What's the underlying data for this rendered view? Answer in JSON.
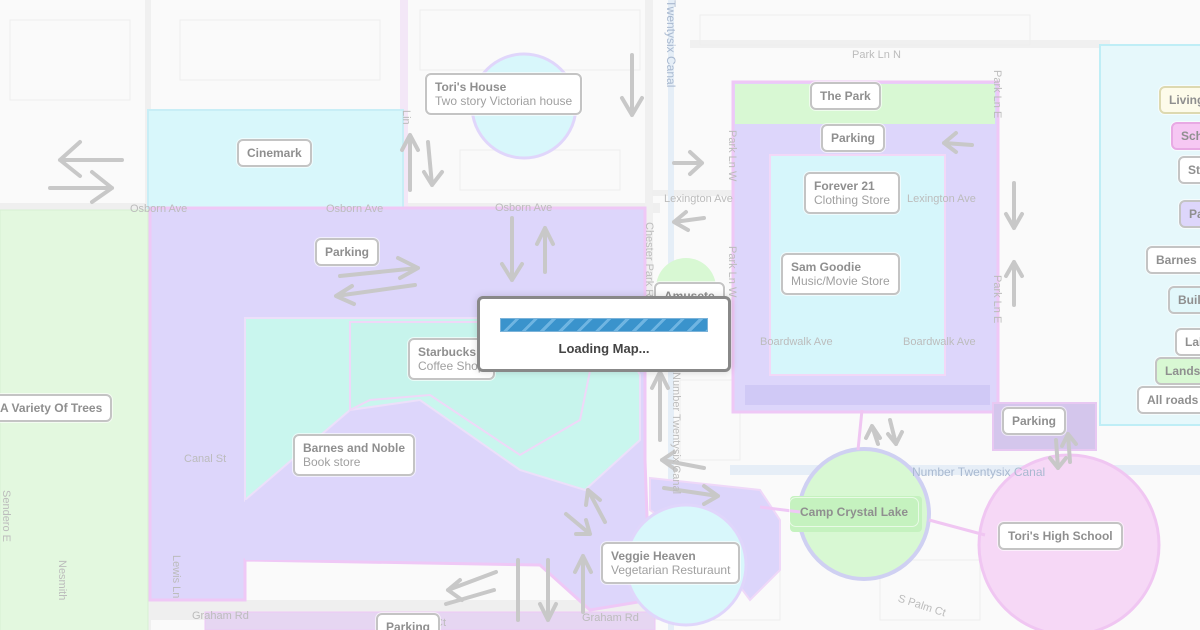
{
  "colors": {
    "background": "#fafafa",
    "road": "#ececec",
    "purple_zone": "#ddd6fb",
    "purple_border": "#efc8f6",
    "cyan_zone": "#d6f6fb",
    "teal_zone": "#c8f6ee",
    "green_zone": "#dff8dc",
    "pink_zone": "#f7d8f5",
    "arrow": "#c8c8c8",
    "accent_blue": "#3a93cc"
  },
  "labels": {
    "toris_house": {
      "title": "Tori's House",
      "subtitle": "Two story Victorian house"
    },
    "cinemark": {
      "title": "Cinemark"
    },
    "parking_1": {
      "title": "Parking"
    },
    "parking_2": {
      "title": "Parking"
    },
    "parking_3": {
      "title": "Parking"
    },
    "parking_4": {
      "title": "Parking"
    },
    "the_park": {
      "title": "The Park"
    },
    "forever21": {
      "title": "Forever 21",
      "subtitle": "Clothing Store"
    },
    "sam_goodie": {
      "title": "Sam Goodie",
      "subtitle": "Music/Movie Store"
    },
    "starbucks": {
      "title": "Starbucks",
      "subtitle": "Coffee Shop"
    },
    "barnes_noble": {
      "title": "Barnes and Noble",
      "subtitle": "Book store"
    },
    "variety_trees": {
      "title": "A Variety Of Trees"
    },
    "veggie_heaven": {
      "title": "Veggie Heaven",
      "subtitle": "Vegetarian Resturaunt"
    },
    "camp_crystal_lake": {
      "title": "Camp Crystal Lake"
    },
    "toris_high_school": {
      "title": "Tori's High School"
    },
    "hidden_behind_dialog": {
      "title": "Amusete"
    },
    "right_living": {
      "title": "Living"
    },
    "right_sch": {
      "title": "Sch"
    },
    "right_st": {
      "title": "St"
    },
    "right_pa": {
      "title": "Pa"
    },
    "right_barnes": {
      "title": "Barnes"
    },
    "right_buil": {
      "title": "Buil"
    },
    "right_lak": {
      "title": "Lak"
    },
    "right_lands": {
      "title": "Lands"
    },
    "right_all_roads": {
      "title": "All roads"
    }
  },
  "streets": {
    "osborn_ave_1": "Osborn Ave",
    "osborn_ave_2": "Osborn Ave",
    "osborn_ave_3": "Osborn Ave",
    "lexington_ave_1": "Lexington Ave",
    "lexington_ave_2": "Lexington Ave",
    "park_ln_n": "Park Ln N",
    "park_ln_w_1": "Park Ln W",
    "park_ln_w_2": "Park Ln W",
    "park_ln_e_1": "Park Ln E",
    "park_ln_e_2": "Park Ln E",
    "boardwalk_ave_1": "Boardwalk Ave",
    "boardwalk_ave_2": "Boardwalk Ave",
    "chester_park_rd": "Chester Park Rd",
    "twentysix_canal": "Twentysix Canal",
    "number_twentysix_canal": "Number Twentysix Canal",
    "number_twentysix_canal_v": "Number Twentysix Canal",
    "canal_st": "Canal St",
    "graham_rd_1": "Graham Rd",
    "graham_rd_2": "Graham Rd",
    "s_palm_ct": "S Palm Ct",
    "lewis_ln": "Lewis Ln",
    "sendero_e": "Sendero E",
    "nesmith": "Nesmith",
    "lin": "Lin",
    "ct": "Ct"
  },
  "loading": {
    "text": "Loading Map...",
    "progress": 1.0
  }
}
